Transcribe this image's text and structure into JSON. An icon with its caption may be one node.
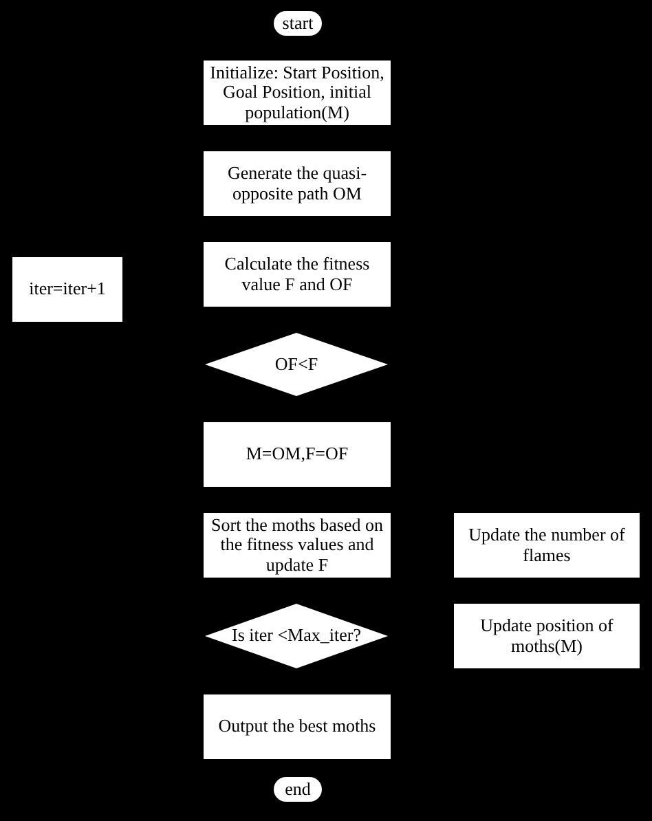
{
  "diagram": {
    "nodes": [
      {
        "text": [
          "start"
        ]
      },
      {
        "text": [
          "Initialize: Start Position, Goal Position, initial population(M)"
        ]
      },
      {
        "text": [
          "Generate the quasi-opposite path OM"
        ]
      },
      {
        "text": [
          "Calculate the fitness value F and OF"
        ]
      },
      {
        "text": [
          "iter=iter+1"
        ]
      },
      {
        "text": [
          "OF<F"
        ]
      },
      {
        "text": [
          "M=OM,F=OF"
        ]
      },
      {
        "text": [
          "Sort the moths based on the fitness values and update F"
        ]
      },
      {
        "text": [
          "Update the number of flames"
        ]
      },
      {
        "text": [
          "Is iter <Max_iter?"
        ]
      },
      {
        "text": [
          "Update position of moths(M)"
        ]
      },
      {
        "text": [
          "Output the best moths"
        ]
      },
      {
        "text": [
          "end"
        ]
      }
    ]
  }
}
